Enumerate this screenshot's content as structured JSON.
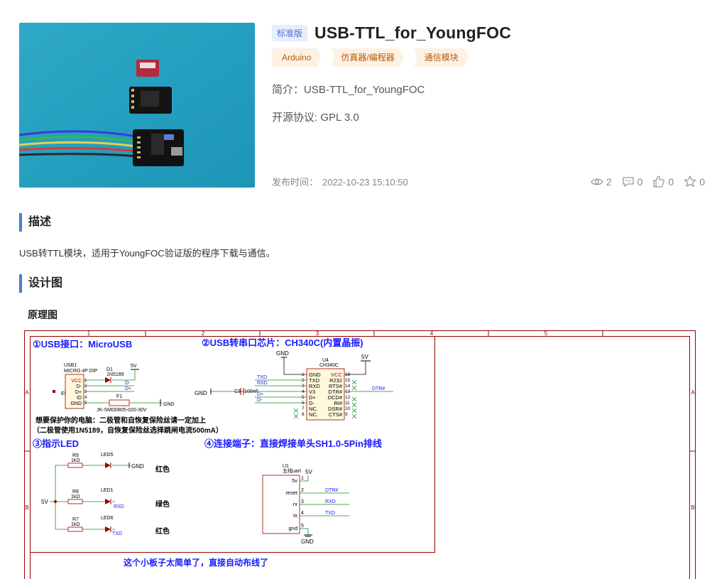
{
  "project": {
    "edition_badge": "标准版",
    "title": "USB-TTL_for_YoungFOC",
    "tags": [
      "Arduino",
      "仿真器/编程器",
      "通信模块"
    ],
    "intro": "简介：USB-TTL_for_YoungFOC",
    "license": "开源协议: GPL 3.0",
    "publish_label": "发布时间：",
    "publish_time": "2022-10-23 15:10:50",
    "stats": {
      "views": "2",
      "comments": "0",
      "likes": "0",
      "favorites": "0"
    }
  },
  "sections": {
    "description_heading": "描述",
    "description_text": "USB转TTL模块，适用于YoungFOC验证版的程序下载与通信。",
    "design_heading": "设计图",
    "schematic_heading": "原理图"
  },
  "schematic": {
    "col_numbers": [
      "1",
      "2",
      "3",
      "4",
      "5"
    ],
    "row_letters": [
      "A",
      "B"
    ],
    "usb_title": "①USB接口：MicroUSB",
    "ch340_title": "②USB转串口芯片：CH340C(内置晶振)",
    "led_title": "③指示LED",
    "conn_title": "④连接端子：直接焊接单头SH1.0-5Pin排线",
    "protect_note_1": "想要保护你的电脑：二极管和自恢复保险丝请一定加上",
    "protect_note_2": "（二极管使用1N5189，自恢复保险丝选择跳闸电流500mA）",
    "bottom_note": "这个小板子太简单了，直接自动布线了",
    "usb_ref": "USB1",
    "usb_part": "MICRO 4P DIP",
    "usb_pins": [
      "VCC",
      "D-",
      "D+",
      "ID",
      "GND"
    ],
    "usb_pin_nums": [
      "1",
      "2",
      "3",
      "4",
      "5"
    ],
    "eh_label": "EH",
    "d1_ref": "D1",
    "d1_part": "1N5189",
    "f1_ref": "F1",
    "f1_part": "JK-SMD0805-020-30V",
    "u4_ref": "U4",
    "u4_part": "CH340C",
    "u4_left_pins": [
      "GND",
      "TXD",
      "RXD",
      "V3",
      "D+",
      "D-",
      "NC.",
      "NC."
    ],
    "u4_left_nums": [
      "1",
      "2",
      "3",
      "4",
      "5",
      "6",
      "7",
      "8"
    ],
    "u4_right_pins": [
      "VCC",
      "R232",
      "RTS#",
      "DTR#",
      "DCD#",
      "RI#",
      "DSR#",
      "CTS#"
    ],
    "u4_right_nums": [
      "16",
      "15",
      "14",
      "13",
      "12",
      "11",
      "10",
      "9"
    ],
    "c3_label": "C3",
    "c3_value": "100nF",
    "gnd": "GND",
    "v5": "5V",
    "txd": "TXD",
    "rxd": "RXD",
    "dp": "D+",
    "dm": "D-",
    "dtr": "DTR#",
    "resistors": [
      {
        "ref": "R9",
        "value": "1kΩ",
        "led": "LED5",
        "net": "GND",
        "color": "红色"
      },
      {
        "ref": "R8",
        "value": "1kΩ",
        "led": "LED1",
        "net": "RXD",
        "color": "绿色"
      },
      {
        "ref": "R7",
        "value": "1kΩ",
        "led": "LED6",
        "net": "TXD",
        "color": "红色"
      }
    ],
    "u1_ref": "U1",
    "u1_part": "五线uart",
    "u1_pins": [
      "5v",
      "reset",
      "rx",
      "tx",
      "gnd"
    ],
    "u1_nums": [
      "1",
      "2",
      "3",
      "4",
      "5"
    ],
    "u1_nets": [
      "5V",
      "DTR#",
      "RXD",
      "TXD",
      "GND"
    ]
  },
  "colors": {
    "accent": "#4a7bd8",
    "tag_bg": "#fdf1e3",
    "tag_text": "#b85a06",
    "schematic_frame": "#990000",
    "schematic_title": "#1a1aff",
    "schematic_wire": "#1a8a1a"
  }
}
